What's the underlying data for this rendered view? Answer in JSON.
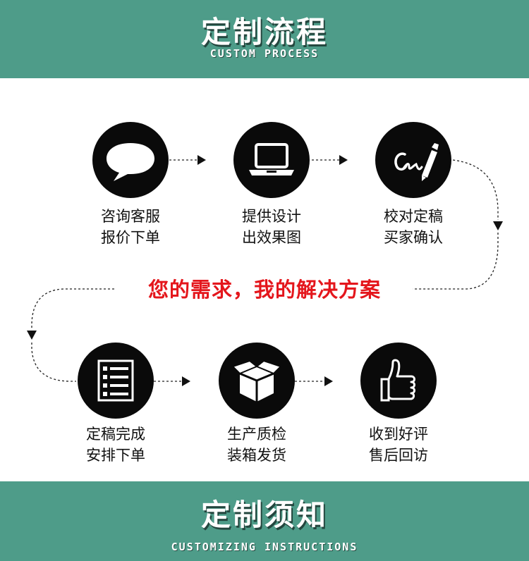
{
  "header": {
    "title": "定制流程",
    "subtitle": "CUSTOM PROCESS"
  },
  "steps": [
    {
      "line1": "咨询客服",
      "line2": "报价下单",
      "icon": "chat-bubble-icon"
    },
    {
      "line1": "提供设计",
      "line2": "出效果图",
      "icon": "laptop-icon"
    },
    {
      "line1": "校对定稿",
      "line2": "买家确认",
      "icon": "signature-pen-icon"
    },
    {
      "line1": "定稿完成",
      "line2": "安排下单",
      "icon": "checklist-icon"
    },
    {
      "line1": "生产质检",
      "line2": "装箱发货",
      "icon": "package-box-icon"
    },
    {
      "line1": "收到好评",
      "line2": "售后回访",
      "icon": "thumbs-up-icon"
    }
  ],
  "slogan": "您的需求，我的解决方案",
  "footer": {
    "title": "定制须知",
    "subtitle": "CUSTOMIZING INSTRUCTIONS"
  },
  "colors": {
    "banner": "#4e9c89",
    "slogan": "#e4161c",
    "circle": "#0a0a0a"
  }
}
